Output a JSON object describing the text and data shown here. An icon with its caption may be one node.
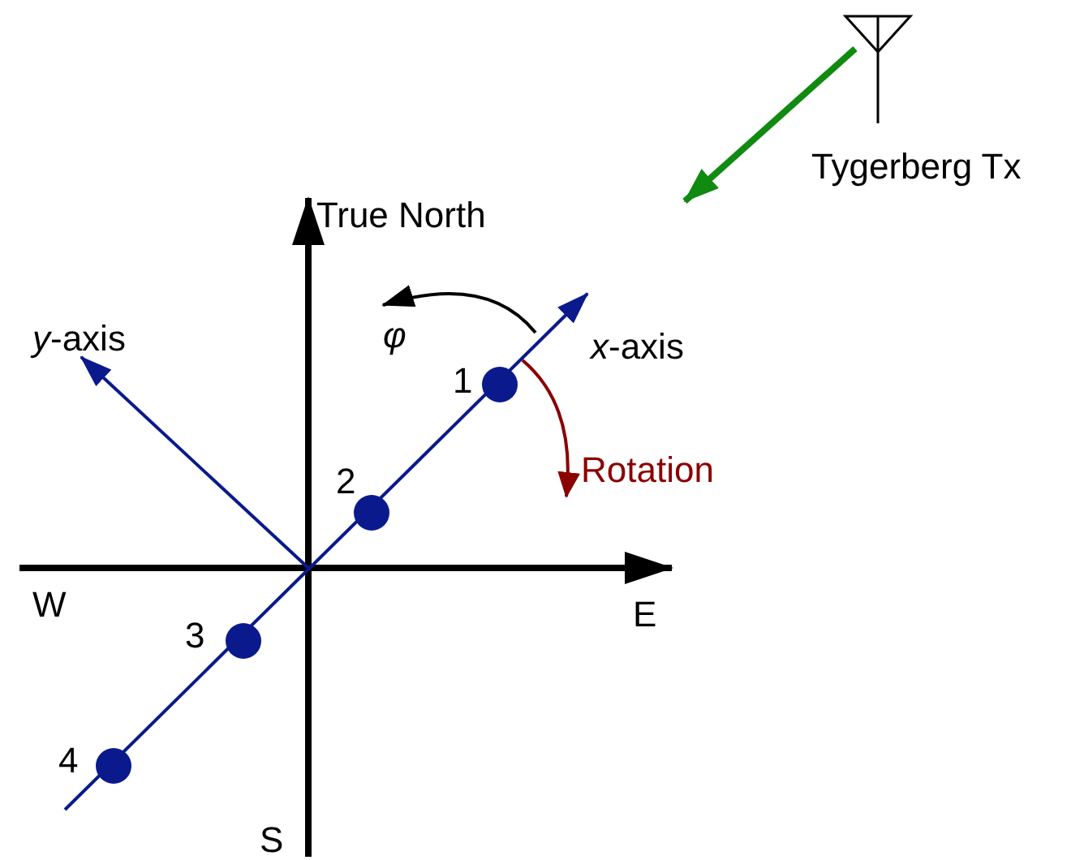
{
  "diagram": {
    "nodes": [
      {
        "text": [],
        "shape": "circle",
        "beside": [
          "1"
        ]
      },
      {
        "text": [],
        "shape": "circle",
        "beside": [
          "2"
        ]
      },
      {
        "text": [],
        "shape": "circle",
        "beside": [
          "3"
        ]
      },
      {
        "text": [],
        "shape": "circle",
        "beside": [
          "4"
        ]
      }
    ],
    "labels": [
      "True North",
      "*y*-axis",
      "*x*-axis",
      "φ",
      "Rotation",
      "W",
      "E",
      "S",
      "Tygerberg Tx"
    ]
  }
}
